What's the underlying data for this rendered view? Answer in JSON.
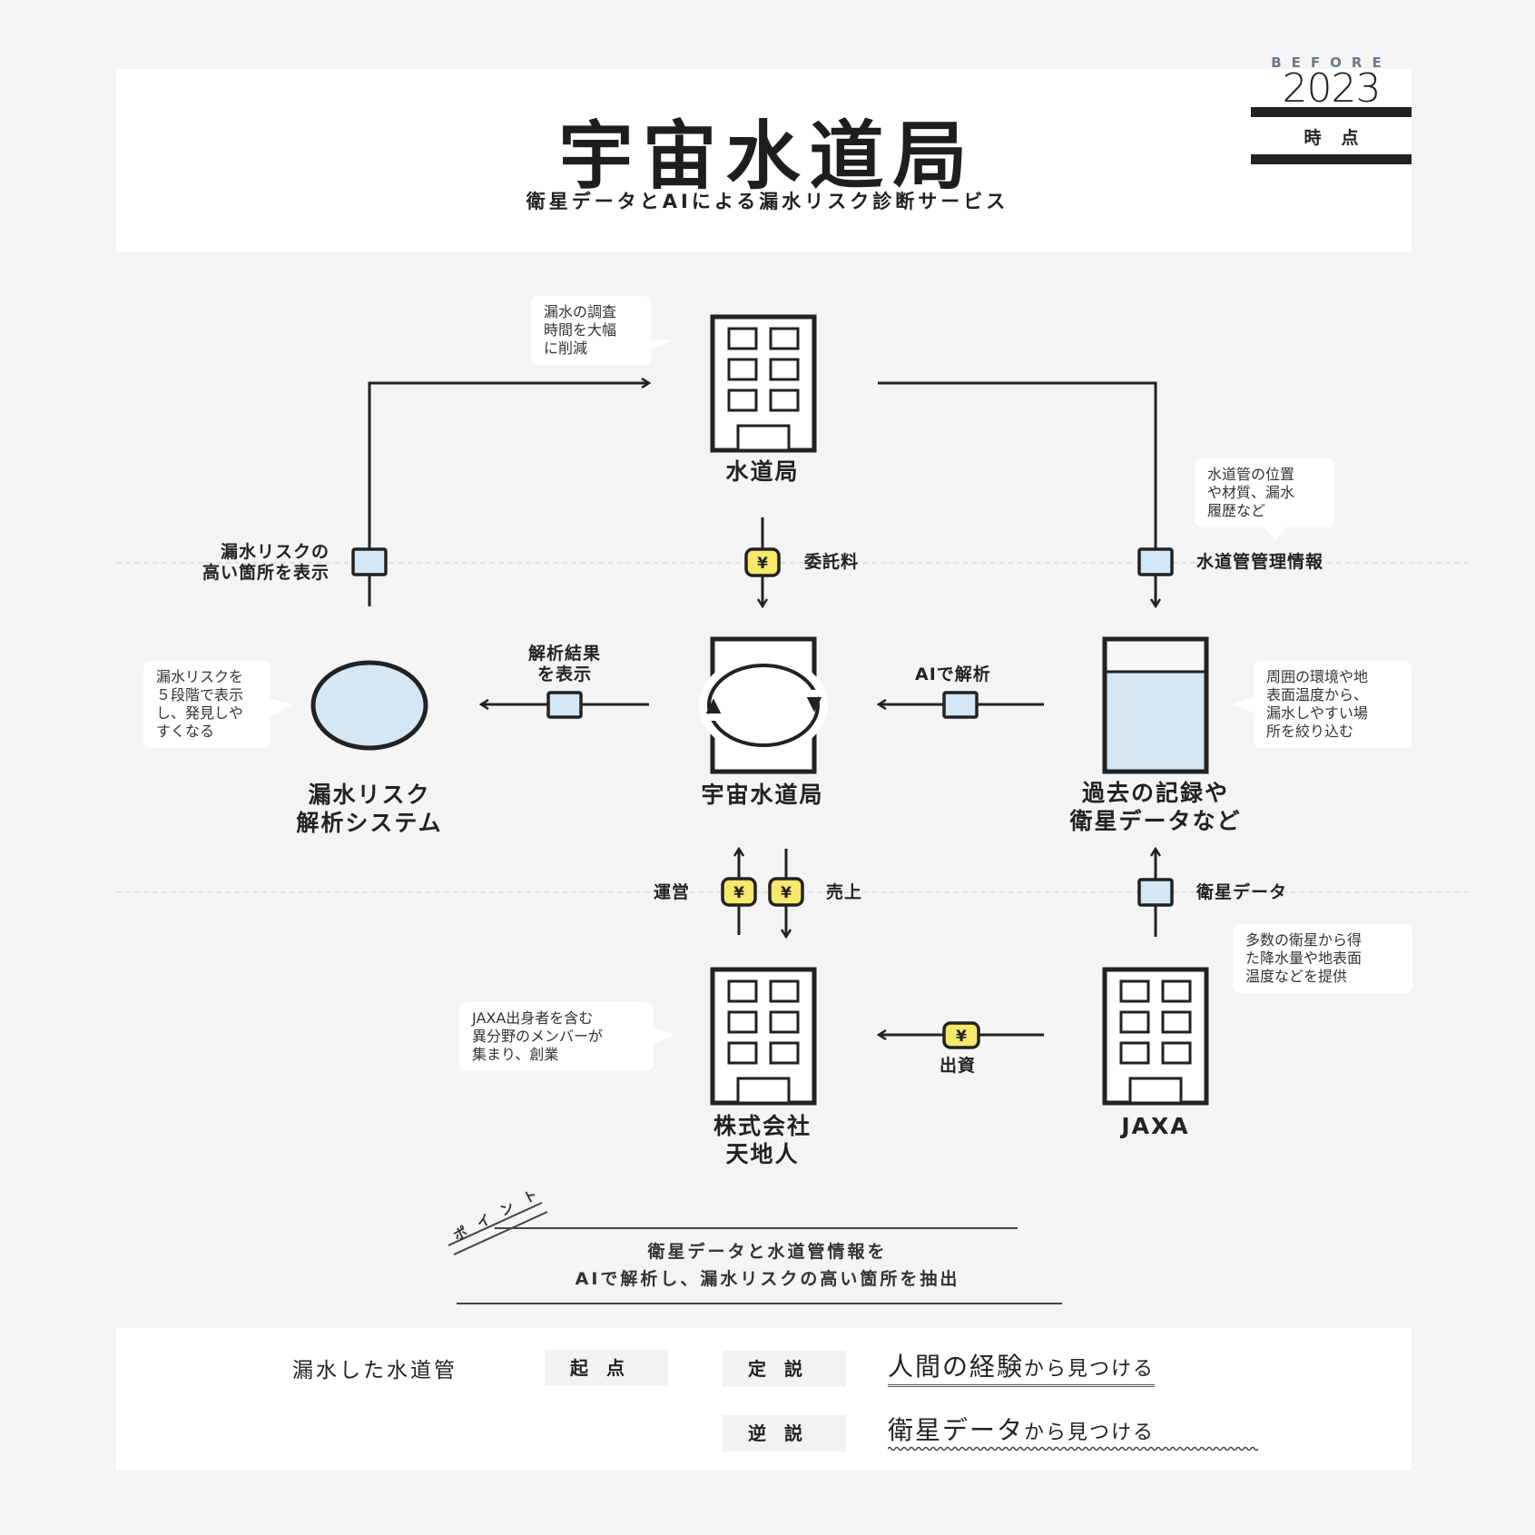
{
  "header": {
    "title": "宇宙水道局",
    "subtitle": "衛星データとAIによる漏水リスク診断サービス",
    "badge": {
      "before": "BEFORE",
      "year": "2023",
      "label": "時点"
    }
  },
  "nodes": {
    "water_bureau": "水道局",
    "space_water": "宇宙水道局",
    "analysis_system": [
      "漏水リスク",
      "解析システム"
    ],
    "records": [
      "過去の記録や",
      "衛星データなど"
    ],
    "company": [
      "株式会社",
      "天地人"
    ],
    "jaxa": "JAXA"
  },
  "flows": {
    "high_risk": [
      "漏水リスクの",
      "高い箇所を表示"
    ],
    "fee": "委託料",
    "pipe_info": "水道管管理情報",
    "result": [
      "解析結果",
      "を表示"
    ],
    "ai": "AIで解析",
    "operation": "運営",
    "sales": "売上",
    "satellite": "衛星データ",
    "investment": "出資",
    "yen_symbol": "¥"
  },
  "bubbles": {
    "survey_time": [
      "漏水の調査",
      "時間を大幅",
      "に削減"
    ],
    "pipe_detail": [
      "水道管の位置",
      "や材質、漏水",
      "履歴など"
    ],
    "five_levels": [
      "漏水リスクを",
      "５段階で表示",
      "し、発見しや",
      "すくなる"
    ],
    "narrow_down": [
      "周囲の環境や地",
      "表面温度から、",
      "漏水しやすい場",
      "所を絞り込む"
    ],
    "satellite_detail": [
      "多数の衛星から得",
      "た降水量や地表面",
      "温度などを提供"
    ],
    "founders": [
      "JAXA出身者を含む",
      "異分野のメンバーが",
      "集まり、創業"
    ]
  },
  "point": {
    "tag": "ポイント",
    "lines": [
      "衛星データと水道管情報を",
      "AIで解析し、漏水リスクの高い箇所を抽出"
    ]
  },
  "footer": {
    "subject": "漏水した水道管",
    "origin": "起点",
    "theory": "定説",
    "reverse": "逆説",
    "theory_main": "人間の経験",
    "theory_tail": "から見つける",
    "reverse_main": "衛星データ",
    "reverse_tail": "から見つける"
  },
  "colors": {
    "yen_fill": "#f6e86a",
    "data_fill": "#d3e7f5",
    "ink": "#222222",
    "background": "#f4f4f4"
  }
}
